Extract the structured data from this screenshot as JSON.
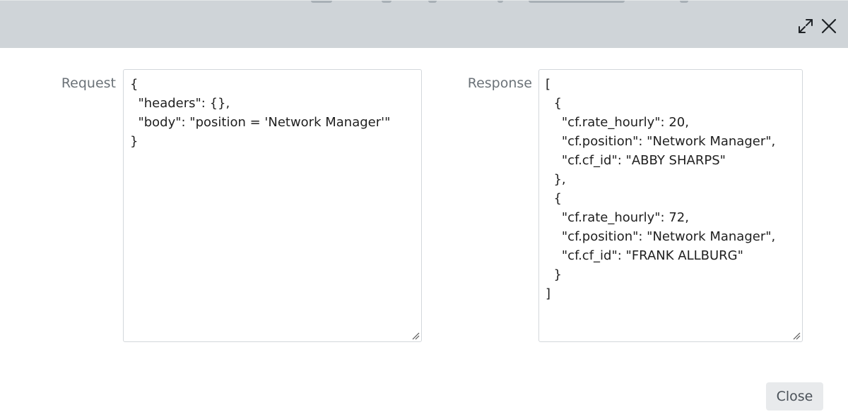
{
  "dialog": {
    "request_label": "Request",
    "response_label": "Response",
    "request_text": "{\n  \"headers\": {},\n  \"body\": \"position = 'Network Manager'\"\n}",
    "response_text": "[\n  {\n    \"cf.rate_hourly\": 20,\n    \"cf.position\": \"Network Manager\",\n    \"cf.cf_id\": \"ABBY SHARPS\"\n  },\n  {\n    \"cf.rate_hourly\": 72,\n    \"cf.position\": \"Network Manager\",\n    \"cf.cf_id\": \"FRANK ALLBURG\"\n  }\n]",
    "close_label": "Close",
    "icons": {
      "expand": "expand-icon",
      "close": "close-icon",
      "resize": "resize-grip-icon"
    }
  },
  "colors": {
    "header_background": "#cfd4d8",
    "label_text": "#6b7278",
    "textarea_border": "#d3d7db",
    "close_button_background": "#e8eaec"
  }
}
